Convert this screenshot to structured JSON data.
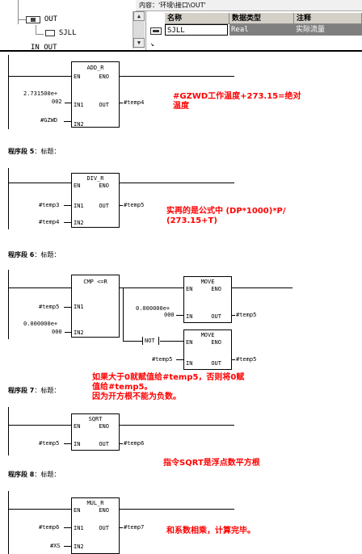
{
  "tree": {
    "item_out": "OUT",
    "item_sjll": "SJLL",
    "item_partial": "IN_OUT"
  },
  "content_path": "内容：'环境\\接口\\OUT'",
  "symbol_table": {
    "headers": [
      "名称",
      "数据类型",
      "注释"
    ],
    "row": {
      "name": "SJLL",
      "type": "Real",
      "comment": "实际流量"
    }
  },
  "networks": [
    {
      "label": "程序段 5",
      "title_label": "：标题：",
      "block": "DIV_R",
      "in1": "#temp3",
      "in2": "#temp4",
      "out": "#temp5",
      "annotation": "实再的是公式中 (DP*1000)*P/\n(273.15+T)"
    },
    {
      "label": "程序段 6",
      "title_label": "：标题：",
      "block": "CMP <=R",
      "in1": "#temp5",
      "in2_line1": "0.000000e+",
      "in2_line2": "000",
      "move_block": "MOVE",
      "move1_in_line1": "0.000000e+",
      "move1_in_line2": "000",
      "move1_out": "#temp5",
      "not_label": "NOT",
      "move2_in": "#temp5",
      "move2_out": "#temp5",
      "annotation": "如果大于0就赋值给#temp5，否则将0赋\n值给#temp5。\n因为开方根不能为负数。"
    },
    {
      "label": "程序段 7",
      "title_label": "：标题：",
      "block": "SQRT",
      "in": "#temp5",
      "out": "#temp6",
      "annotation": "指令SQRT是浮点数平方根"
    },
    {
      "label": "程序段 8",
      "title_label": "：标题：",
      "block": "MUL_R",
      "in1": "#temp6",
      "in2": "#XS",
      "out": "#temp7",
      "annotation": "和系数相乘，计算完毕。"
    }
  ],
  "network4": {
    "block": "ADD_R",
    "in1_line1": "2.731500e+",
    "in1_line2": "002",
    "in2": "#GZWD",
    "out": "#temp4",
    "annotation": "#GZWD工作温度+273.15=绝对\n温度"
  },
  "pins": {
    "en": "EN",
    "eno": "ENO",
    "in": "IN",
    "in1": "IN1",
    "in2": "IN2",
    "out": "OUT"
  }
}
